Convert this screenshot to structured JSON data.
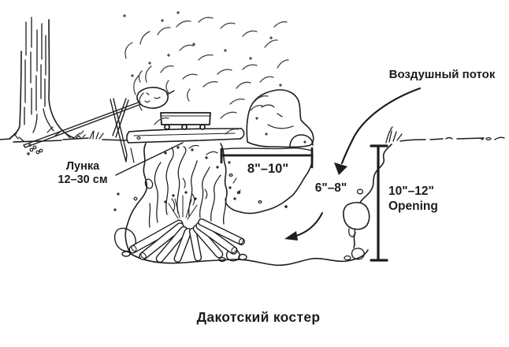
{
  "figure": {
    "caption": "Дакотский костер",
    "labels": {
      "airflow": "Воздушный поток",
      "pit": {
        "line1": "Лунка",
        "line2": "12–30 см"
      },
      "top_width": "8\"–10\"",
      "tunnel_width": "6\"–8\"",
      "opening": {
        "line1": "10\"–12\"",
        "line2": "Opening"
      }
    },
    "colors": {
      "ink": "#1d1d1d",
      "background": "#ffffff"
    }
  }
}
